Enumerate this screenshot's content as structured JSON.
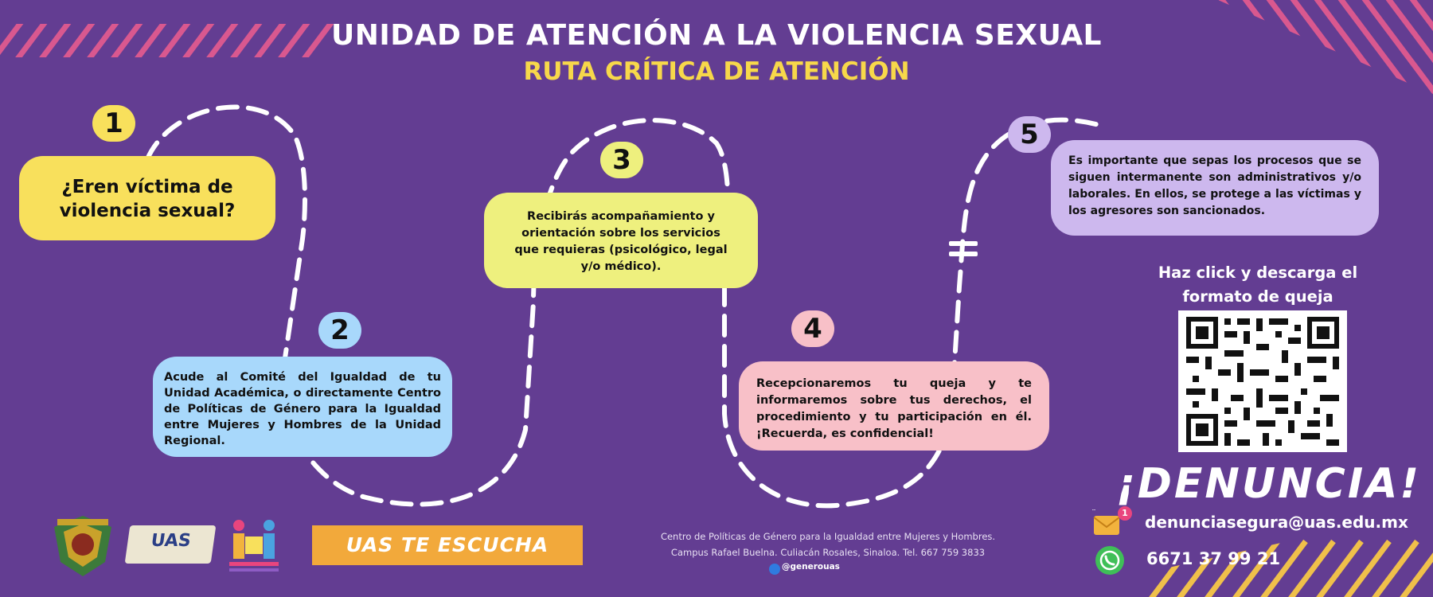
{
  "header": {
    "title": "UNIDAD DE ATENCIÓN A LA VIOLENCIA SEXUAL",
    "subtitle": "RUTA CRÍTICA DE ATENCIÓN"
  },
  "steps": [
    {
      "number": "1",
      "text": "¿Eren víctima de violencia sexual?",
      "color": "#f8e05c"
    },
    {
      "number": "2",
      "text": "Acude al Comité del Igualdad de tu Unidad Académica, o directamente Centro de Políticas de Género para la Igualdad entre Mujeres y Hombres de la Unidad Regional.",
      "color": "#a8d8fb"
    },
    {
      "number": "3",
      "text": "Recibirás acompañamiento y orientación sobre los servicios que requieras (psicológico, legal y/o médico).",
      "color": "#eef07e"
    },
    {
      "number": "4",
      "text": "Recepcionaremos tu queja y te informaremos sobre tus derechos, el procedimiento y tu participación en él. ¡Recuerda, es confidencial!",
      "color": "#f8c0c8"
    },
    {
      "number": "5",
      "text": "Es importante que sepas los procesos que se siguen intermanente son administrativos y/o laborales. En ellos, se protege a las víctimas y los agresores son sancionados.",
      "color": "#cdb8ee"
    }
  ],
  "qr": {
    "caption": "Haz click y descarga el formato de queja"
  },
  "denuncia": {
    "label": "¡DENUNCIA!",
    "email": "denunciasegura@uas.edu.mx",
    "phone": "6671 37 99 21",
    "email_badge": "1"
  },
  "footer": {
    "slogan": "UAS TE ESCUCHA",
    "line1": "Centro de Políticas de Género para la Igualdad entre Mujeres y Hombres.",
    "line2": "Campus Rafael Buelna. Culiacán Rosales, Sinaloa. Tel. 667 759 3833",
    "social": "@generouas",
    "uas_logo_text": "UAS"
  },
  "colors": {
    "background": "#633d92",
    "accent_yellow": "#f7d84a",
    "accent_pink": "#e9457e",
    "orange": "#f2a93b"
  }
}
